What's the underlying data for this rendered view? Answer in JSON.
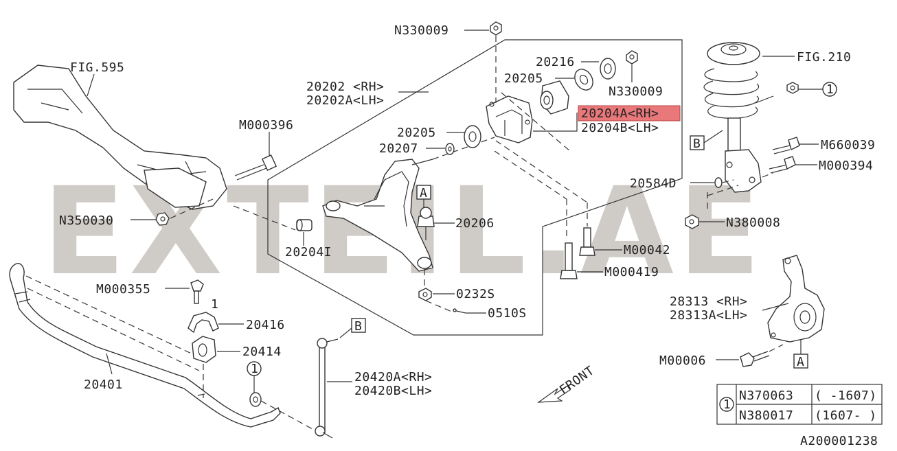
{
  "watermark": "EXTEIL.AE",
  "diagram_id": "A200001238",
  "labels": {
    "n330009_top": "N330009",
    "fig595": "FIG.595",
    "p20202_rh": "20202 <RH>",
    "p20202a_lh": "20202A<LH>",
    "p20216": "20216",
    "p20205_a": "20205",
    "n330009_right": "N330009",
    "p20204a_rh": "20204A<RH>",
    "p20204b_lh": "20204B<LH>",
    "p20205_b": "20205",
    "p20207": "20207",
    "m000396": "M000396",
    "n350030": "N350030",
    "p20204i": "20204I",
    "p20206": "20206",
    "p0232s": "0232S",
    "p0510s": "0510S",
    "m00042": "M00042",
    "m000419": "M000419",
    "m000355": "M000355",
    "p20416": "20416",
    "p20414": "20414",
    "p20401": "20401",
    "p20420a_rh": "20420A<RH>",
    "p20420b_lh": "20420B<LH>",
    "fig210": "FIG.210",
    "m660039": "M660039",
    "m000394": "M000394",
    "p20584d": "20584D",
    "n380008": "N380008",
    "p28313_rh": "28313 <RH>",
    "p28313a_lh": "28313A<LH>",
    "m00006": "M00006",
    "front": "FRONT",
    "callout_a1": "A",
    "callout_a2": "A",
    "callout_b1": "B",
    "callout_b2": "B",
    "circle_1_top": "1",
    "circle_1_left": "1",
    "circle_1_table": "1",
    "bracket_1": "1"
  },
  "note_table": {
    "key": "1",
    "rows": [
      {
        "part": "N370063",
        "range": "( -1607)"
      },
      {
        "part": "N380017",
        "range": "(1607- )"
      }
    ]
  },
  "colors": {
    "highlight": "#e8787a",
    "watermark": "#cfcbc7",
    "line": "#333333"
  }
}
